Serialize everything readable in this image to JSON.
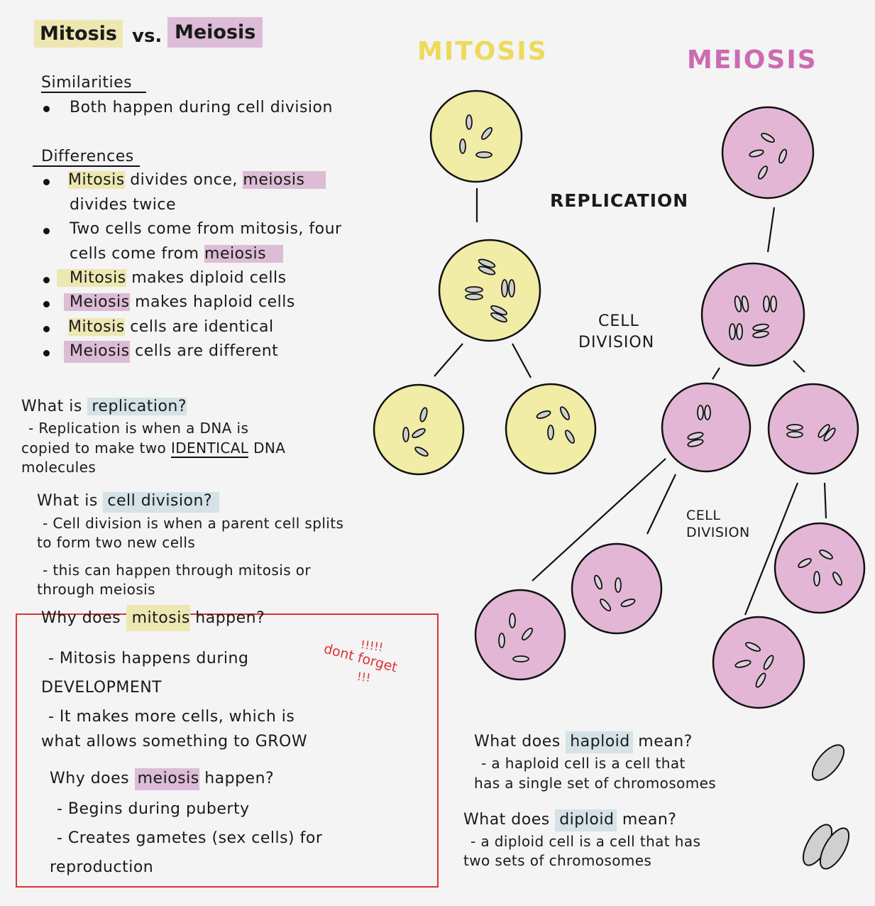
{
  "title": {
    "mitosis": "Mitosis",
    "vs": "vs.",
    "meiosis": "Meiosis"
  },
  "similarities": {
    "heading": "Similarities",
    "items": [
      "Both happen during cell division"
    ]
  },
  "differences": {
    "heading": "Differences",
    "b1": {
      "hl1": "Mitosis",
      "mid": " divides once, ",
      "hl2": "meiosis",
      "line2": "divides twice"
    },
    "b2": {
      "line1": "Two cells come from mitosis, four",
      "pre": "cells come from ",
      "hl": "meiosis"
    },
    "b3": {
      "hl": "Mitosis",
      "rest": " makes diploid cells"
    },
    "b4": {
      "hl": "Meiosis",
      "rest": " makes haploid cells"
    },
    "b5": {
      "hl": "Mitosis",
      "rest": " cells are identical"
    },
    "b6": {
      "hl": "Meiosis",
      "rest": " cells are different"
    }
  },
  "replication_q": {
    "pre": "What is ",
    "hl": "replication?",
    "l1": "- Replication is when a DNA is",
    "l2a": "copied to make two ",
    "l2b": "IDENTICAL",
    "l2c": " DNA",
    "l3": "molecules"
  },
  "division_q": {
    "pre": "What is ",
    "hl": "cell division?",
    "l1": "- Cell division is when a parent cell splits",
    "l2": "to form two new cells",
    "l3": "- this can happen through mitosis or",
    "l4": "through meiosis"
  },
  "box": {
    "q1": {
      "pre": "Why does ",
      "hl": "mitosis",
      "post": " happen?"
    },
    "a1": "- Mitosis happens during",
    "a1b": "DEVELOPMENT",
    "a2": "- It makes more cells, which is",
    "a2b": "what allows something to GROW",
    "note": {
      "marks": "!!!!!",
      "text": "dont forget",
      "marks2": "!!!"
    },
    "q2": {
      "pre": "Why does ",
      "hl": "meiosis",
      "post": " happen?"
    },
    "a3": "- Begins during puberty",
    "a4": "- Creates gametes (sex cells) for",
    "a4b": "reproduction"
  },
  "diagram": {
    "mitosis_label": "MITOSIS",
    "meiosis_label": "MEIOSIS",
    "replication": "REPLICATION",
    "cell_division1": [
      "CELL",
      "DIVISION"
    ],
    "cell_division2": [
      "CELL",
      "DIVISION"
    ],
    "colors": {
      "mitosis": "#f1eca6",
      "meiosis": "#e3b6d6",
      "mitosis_title": "#efd95a",
      "meiosis_title": "#cc6bb2"
    }
  },
  "haploid_q": {
    "pre": "What does ",
    "hl": "haploid",
    "post": " mean?",
    "l1": "- a haploid cell is a cell that",
    "l2": "has a single set of chromosomes"
  },
  "diploid_q": {
    "pre": "What does ",
    "hl": "diploid",
    "post": " mean?",
    "l1": "- a diploid cell is a cell that has",
    "l2": "two sets of chromosomes"
  }
}
